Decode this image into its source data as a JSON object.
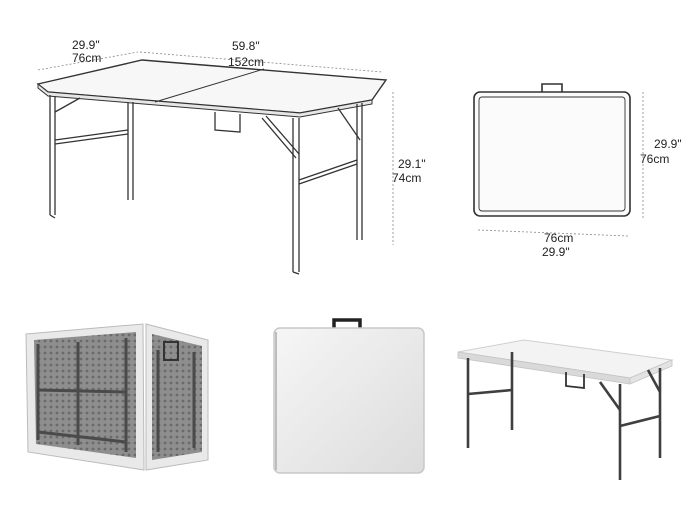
{
  "line_drawing_open": {
    "depth_in": "29.9\"",
    "depth_cm": "76cm",
    "length_in": "59.8\"",
    "length_cm": "152cm",
    "height_in": "29.1\"",
    "height_cm": "74cm"
  },
  "line_drawing_folded": {
    "height_in": "29.9\"",
    "height_cm": "76cm",
    "width_cm": "76cm",
    "width_in": "29.9\""
  },
  "colors": {
    "line": "#333333",
    "tabletop": "#f2f2f2",
    "frame": "#4a4a4a",
    "underside": "#8a8a8a"
  }
}
